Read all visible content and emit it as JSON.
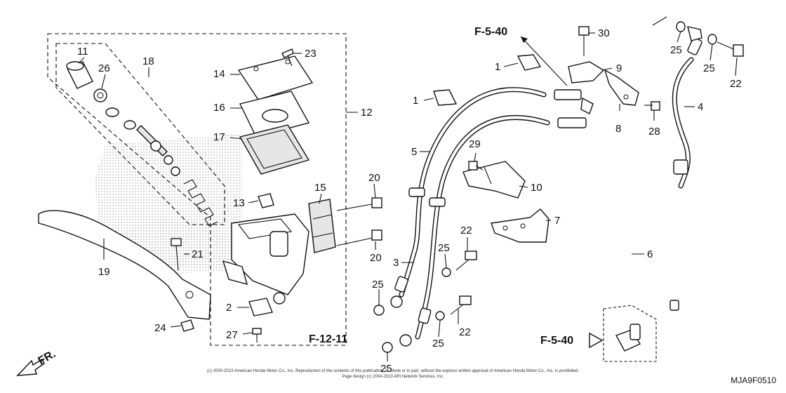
{
  "callouts": {
    "p1a": "1",
    "p1b": "1",
    "p2": "2",
    "p3": "3",
    "p4": "4",
    "p5": "5",
    "p6": "6",
    "p7": "7",
    "p8": "8",
    "p9": "9",
    "p10": "10",
    "p11": "11",
    "p12": "12",
    "p13": "13",
    "p14": "14",
    "p15": "15",
    "p16": "16",
    "p17": "17",
    "p18": "18",
    "p19": "19",
    "p20a": "20",
    "p20b": "20",
    "p21": "21",
    "p22a": "22",
    "p22b": "22",
    "p22c": "22",
    "p23": "23",
    "p24": "24",
    "p25a": "25",
    "p25b": "25",
    "p25c": "25",
    "p25d": "25",
    "p25e": "25",
    "p25f": "25",
    "p26": "26",
    "p27": "27",
    "p28": "28",
    "p29": "29",
    "p30": "30"
  },
  "references": {
    "top": "F-5-40",
    "bottom_left": "F-12-11",
    "bottom_right": "F-5-40",
    "front": "FR."
  },
  "footer": {
    "copyright_line1": "(c) 2000-2013 American Honda Motor Co., Inc. Reproduction of the contents of this publication, in whole or in part, without the express written approval of American Honda Motor Co., Inc. is prohibited.",
    "copyright_line2": "Page design (c) 2004-2013 ARI Network Services, Inc."
  },
  "diagram_code": "MJA9F0510",
  "colors": {
    "line": "#111111",
    "stipple": "#9a9a9a",
    "background": "#ffffff"
  }
}
